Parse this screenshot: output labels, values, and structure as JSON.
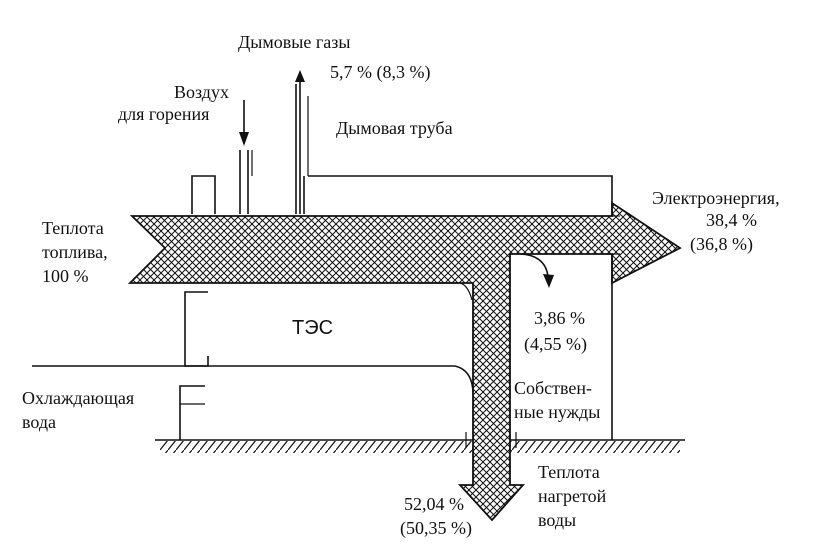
{
  "diagram": {
    "labels": {
      "flue_gases_title": "Дымовые газы",
      "flue_gases_value": "5,7 % (8,3 %)",
      "air_line1": "Воздух",
      "air_line2": "для горения",
      "chimney": "Дымовая труба",
      "fuel_line1": "Теплота",
      "fuel_line2": "топлива,",
      "fuel_line3": "100 %",
      "electricity_title": "Электроэнергия,",
      "electricity_value1": "38,4 %",
      "electricity_value2": "(36,8 %)",
      "plant": "ТЭС",
      "aux_value1": "3,86 %",
      "aux_value2": "(4,55 %)",
      "aux_line1": "Собствен-",
      "aux_line2": "ные нужды",
      "cooling_line1": "Охлаждающая",
      "cooling_line2": "вода",
      "hot_water_line1": "Теплота",
      "hot_water_line2": "нагретой",
      "hot_water_line3": "воды",
      "hot_water_value1": "52,04 %",
      "hot_water_value2": "(50,35 %)"
    },
    "colors": {
      "ink": "#111111",
      "background": "#ffffff"
    }
  }
}
